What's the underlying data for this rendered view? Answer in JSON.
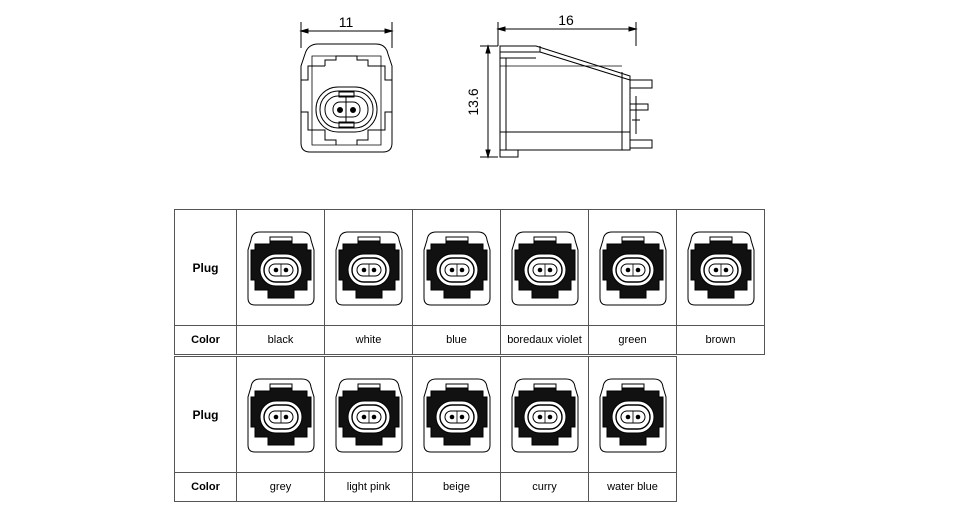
{
  "dimensions": {
    "width": "11",
    "length": "16",
    "height": "13.6"
  },
  "table": {
    "plug_label": "Plug",
    "color_label": "Color",
    "row1": [
      {
        "color": "black",
        "housing": "#111111"
      },
      {
        "color": "white",
        "housing": "#111111"
      },
      {
        "color": "blue",
        "housing": "#111111"
      },
      {
        "color": "boredaux violet",
        "housing": "#111111"
      },
      {
        "color": "green",
        "housing": "#111111"
      },
      {
        "color": "brown",
        "housing": "#111111"
      }
    ],
    "row2": [
      {
        "color": "grey",
        "housing": "#111111"
      },
      {
        "color": "light pink",
        "housing": "#111111"
      },
      {
        "color": "beige",
        "housing": "#111111"
      },
      {
        "color": "curry",
        "housing": "#111111"
      },
      {
        "color": "water blue",
        "housing": "#111111"
      }
    ]
  }
}
